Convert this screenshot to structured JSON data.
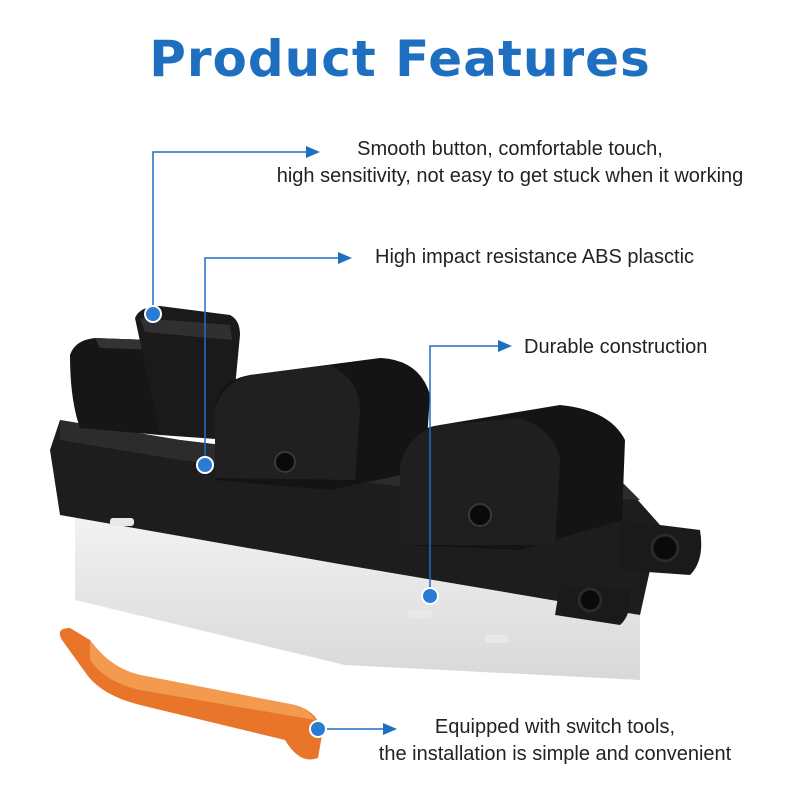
{
  "title": "Product Features",
  "colors": {
    "accent": "#1f6fc0",
    "tool": "#e9752a"
  },
  "callouts": [
    {
      "lines": [
        "Smooth button, comfortable touch,",
        "high sensitivity, not easy to get stuck when it working"
      ]
    },
    {
      "lines": [
        "High impact resistance ABS plasctic"
      ]
    },
    {
      "lines": [
        "Durable construction"
      ]
    },
    {
      "lines": [
        "Equipped with switch tools,",
        "the installation is simple and convenient"
      ]
    }
  ]
}
